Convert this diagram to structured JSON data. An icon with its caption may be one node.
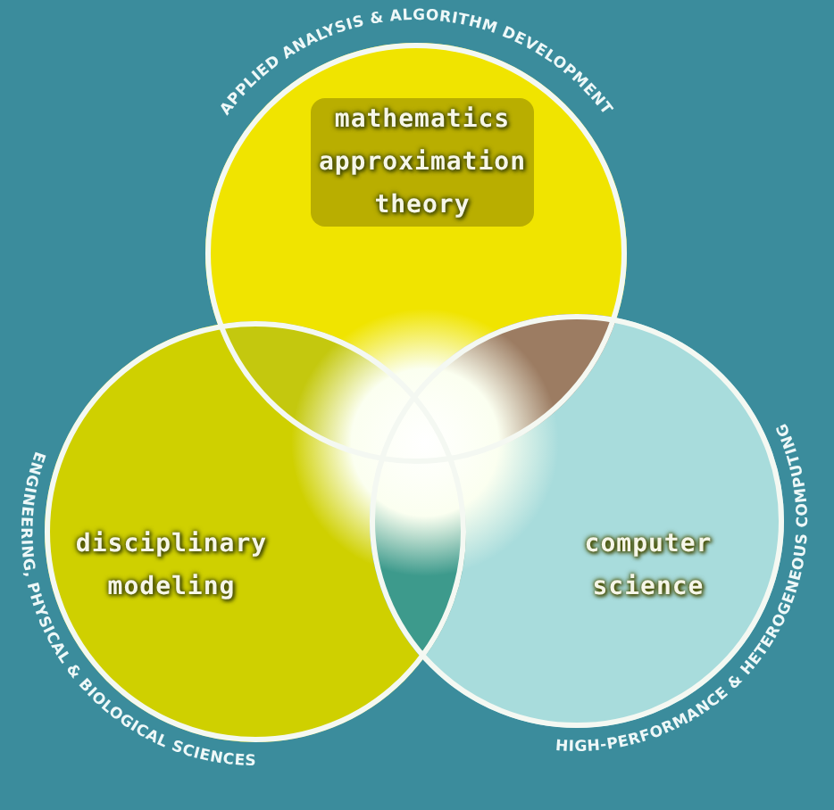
{
  "diagram": {
    "nodes": [
      {
        "text": [
          "mathematics approximation theory"
        ]
      },
      {
        "text": [
          "disciplinary modeling"
        ]
      },
      {
        "text": [
          "computer science"
        ]
      }
    ],
    "labels": [
      "APPLIED ANALYSIS & ALGORITHM DEVELOPMENT",
      "ENGINEERING, PHYSICAL & BIOLOGICAL SCIENCES",
      "HIGH-PERFORMANCE & HETEROGENEOUS COMPUTING"
    ]
  }
}
